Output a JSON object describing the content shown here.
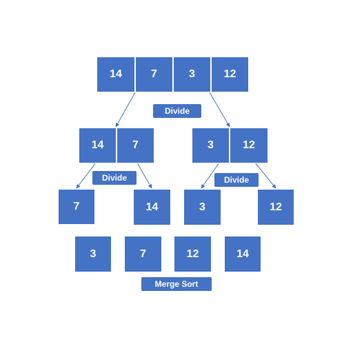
{
  "diagram": {
    "level0": [
      "14",
      "7",
      "3",
      "12"
    ],
    "level1_left": [
      "14",
      "7"
    ],
    "level1_right": [
      "3",
      "12"
    ],
    "level2": [
      "7",
      "14",
      "3",
      "12"
    ],
    "sorted": [
      "3",
      "7",
      "12",
      "14"
    ],
    "labels": {
      "divide_top": "Divide",
      "divide_left": "Divide",
      "divide_right": "Divide",
      "merge": "Merge Sort"
    },
    "colors": {
      "box": "#4472c4",
      "text": "#ffffff"
    }
  }
}
